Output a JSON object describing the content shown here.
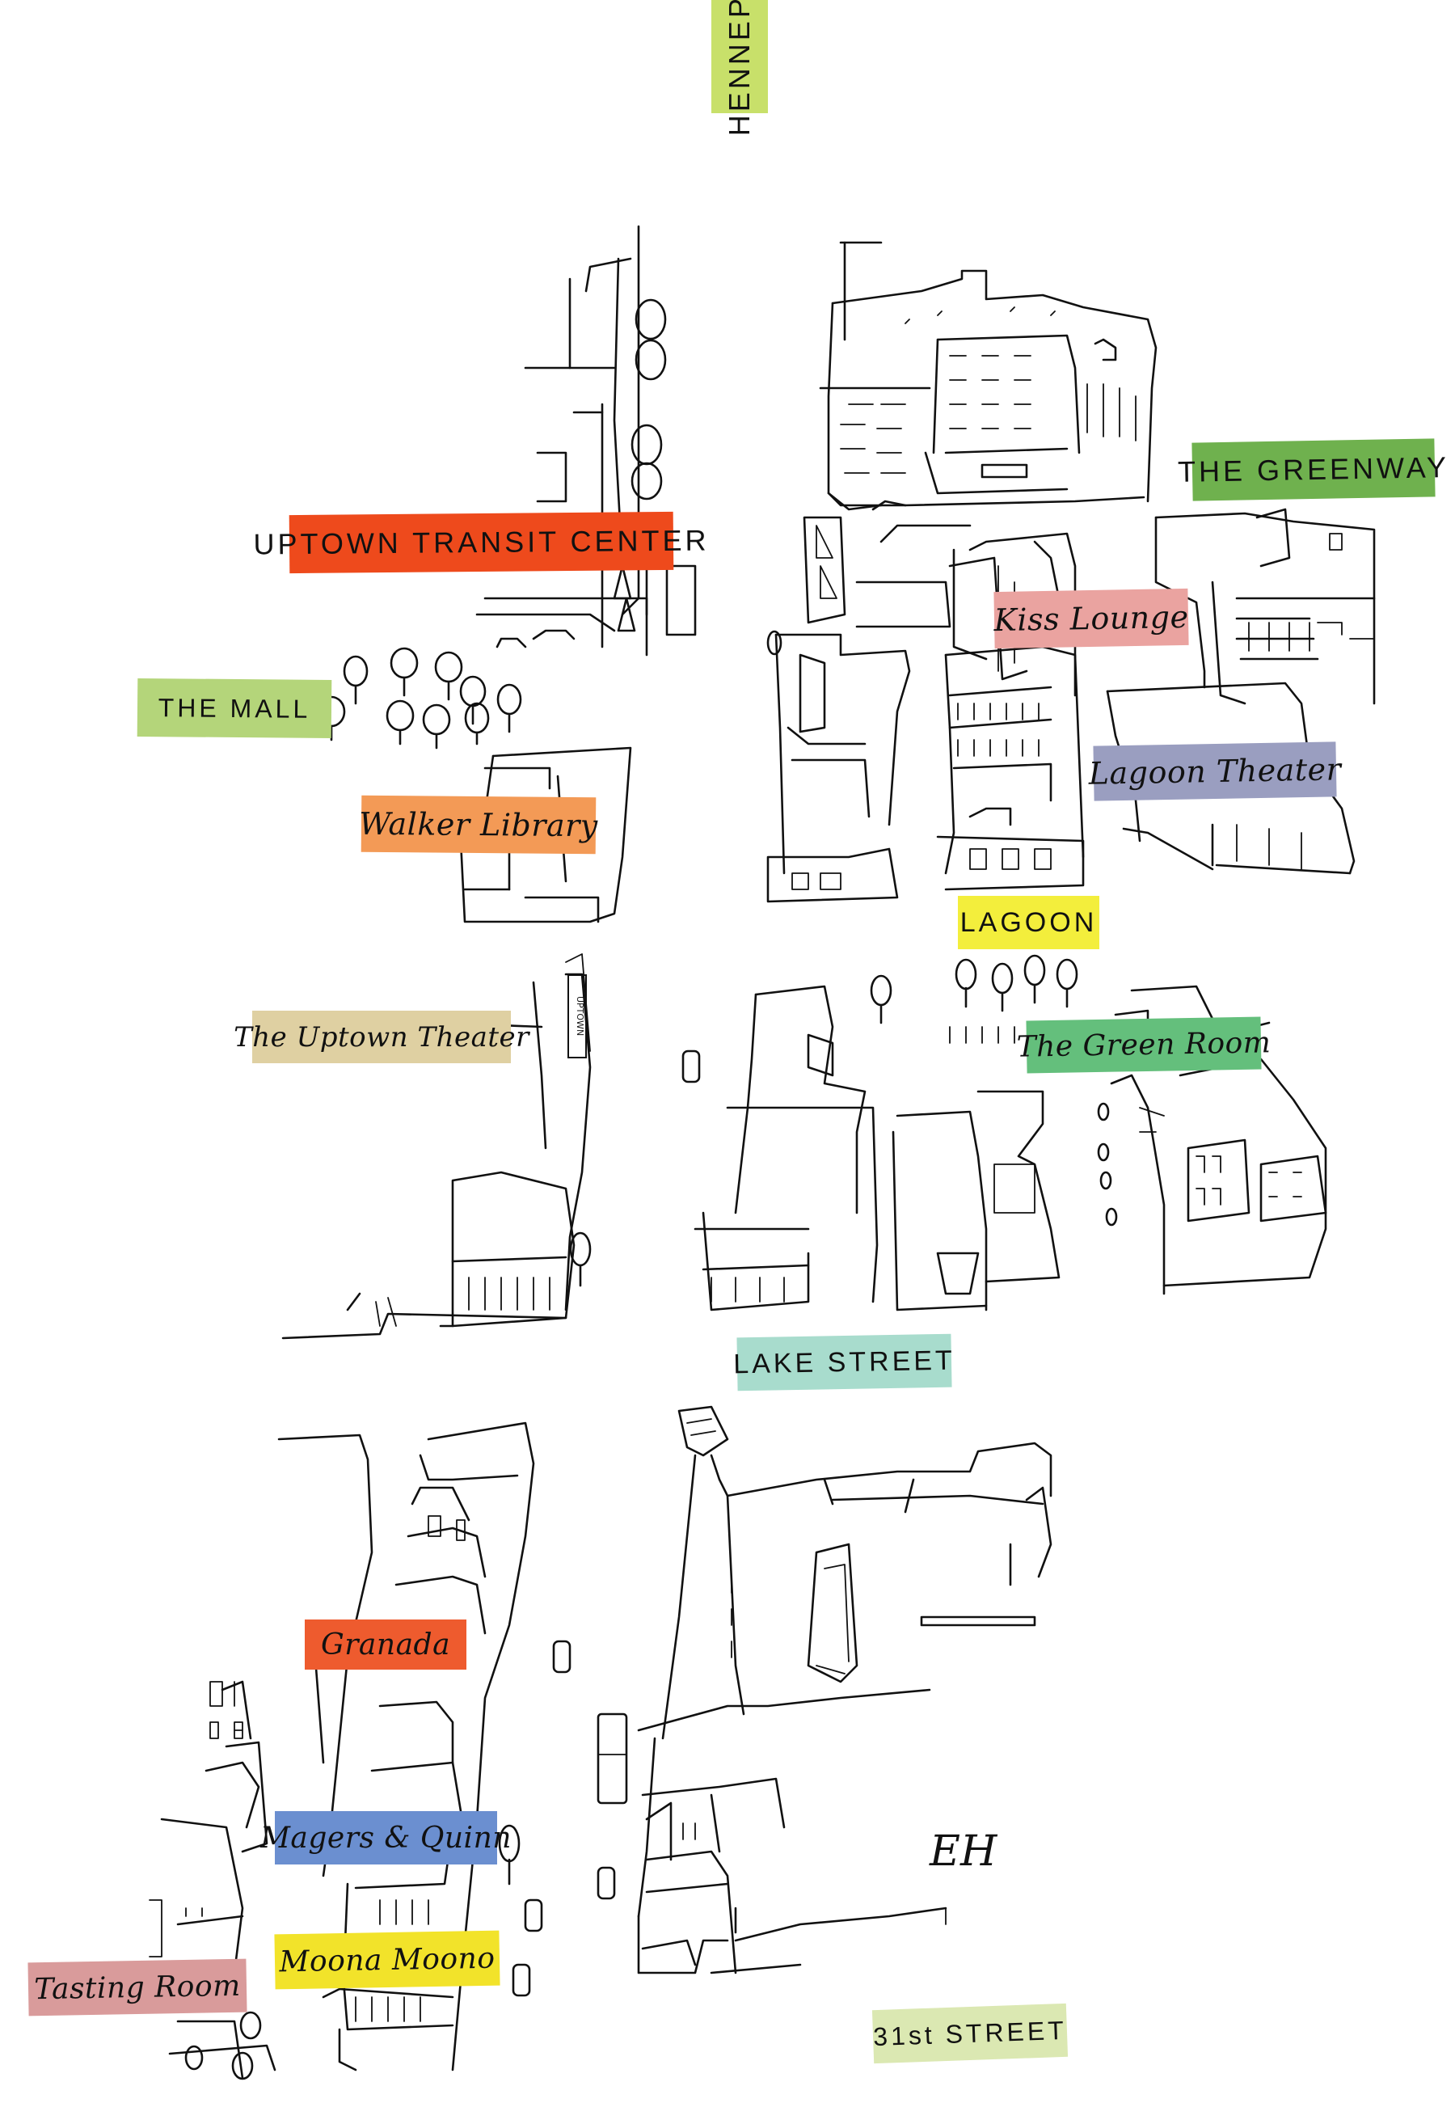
{
  "labels": {
    "hennepin": "HENNEPIN AVE",
    "greenway": "THE GREENWAY",
    "transit": "UPTOWN TRANSIT CENTER",
    "kiss": "Kiss Lounge",
    "mall": "THE MALL",
    "lagoon_theater": "Lagoon Theater",
    "walker": "Walker Library",
    "lagoon": "LAGOON",
    "uptown_theater": "The Uptown Theater",
    "green_room": "The Green Room",
    "lake": "LAKE STREET",
    "granada": "Granada",
    "magers": "Magers & Quinn",
    "tasting": "Tasting Room",
    "moona": "Moona Moono",
    "street31": "31st STREET",
    "signature": "EH",
    "uptown_sign": "UPTOWN"
  },
  "colors": {
    "hennepin": "#c8e06a",
    "greenway": "#6fb14e",
    "transit": "#ee4a1c",
    "kiss": "#eaa3a0",
    "mall": "#b4d57a",
    "lagoon_theater": "#9a9ec0",
    "walker": "#f39a56",
    "lagoon": "#f3ee3c",
    "uptown_theater": "#dfd0a2",
    "green_room": "#64bf7c",
    "lake": "#a8dccd",
    "granada": "#ee5b2e",
    "magers": "#6b8fd0",
    "tasting": "#d99b9b",
    "moona": "#f2e32a",
    "street31": "#dbe8b2"
  }
}
